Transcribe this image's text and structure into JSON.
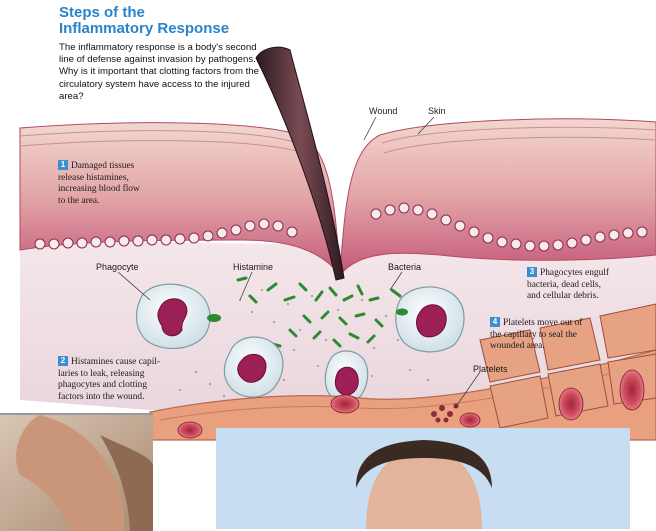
{
  "title": {
    "line1": "Steps of the",
    "line2": "Inflammatory Response"
  },
  "intro": "The inflammatory response is a body's second line of defense against invasion by pathogens. Why is it important that clotting factors from the circulatory system have access to the injured area?",
  "labels": {
    "wound": "Wound",
    "skin": "Skin",
    "phagocyte": "Phagocyte",
    "histamine": "Histamine",
    "bacteria": "Bacteria",
    "platelets": "Platelets"
  },
  "steps": [
    {
      "num": "1",
      "line1": "Damaged tissues",
      "line2": "release histamines,",
      "line3": "increasing blood flow",
      "line4": "to the area."
    },
    {
      "num": "2",
      "line1": "Histamines cause capil-",
      "line2": "laries to leak, releasing",
      "line3": "phagocytes and clotting",
      "line4": "factors into the wound."
    },
    {
      "num": "3",
      "line1": "Phagocytes engulf",
      "line2": "bacteria, dead cells,",
      "line3": "and cellular debris."
    },
    {
      "num": "4",
      "line1": "Platelets move out of",
      "line2": "the capillary to seal the",
      "line3": "wounded area."
    }
  ],
  "colors": {
    "title": "#2c83c9",
    "skin_surface": "#e9b8b0",
    "tissue": "#c2566f",
    "capillary": "#d9866f",
    "bacteria": "#3a8a3a",
    "step_badge": "#3b8fd0",
    "video_bg": "#c7ddf2"
  }
}
